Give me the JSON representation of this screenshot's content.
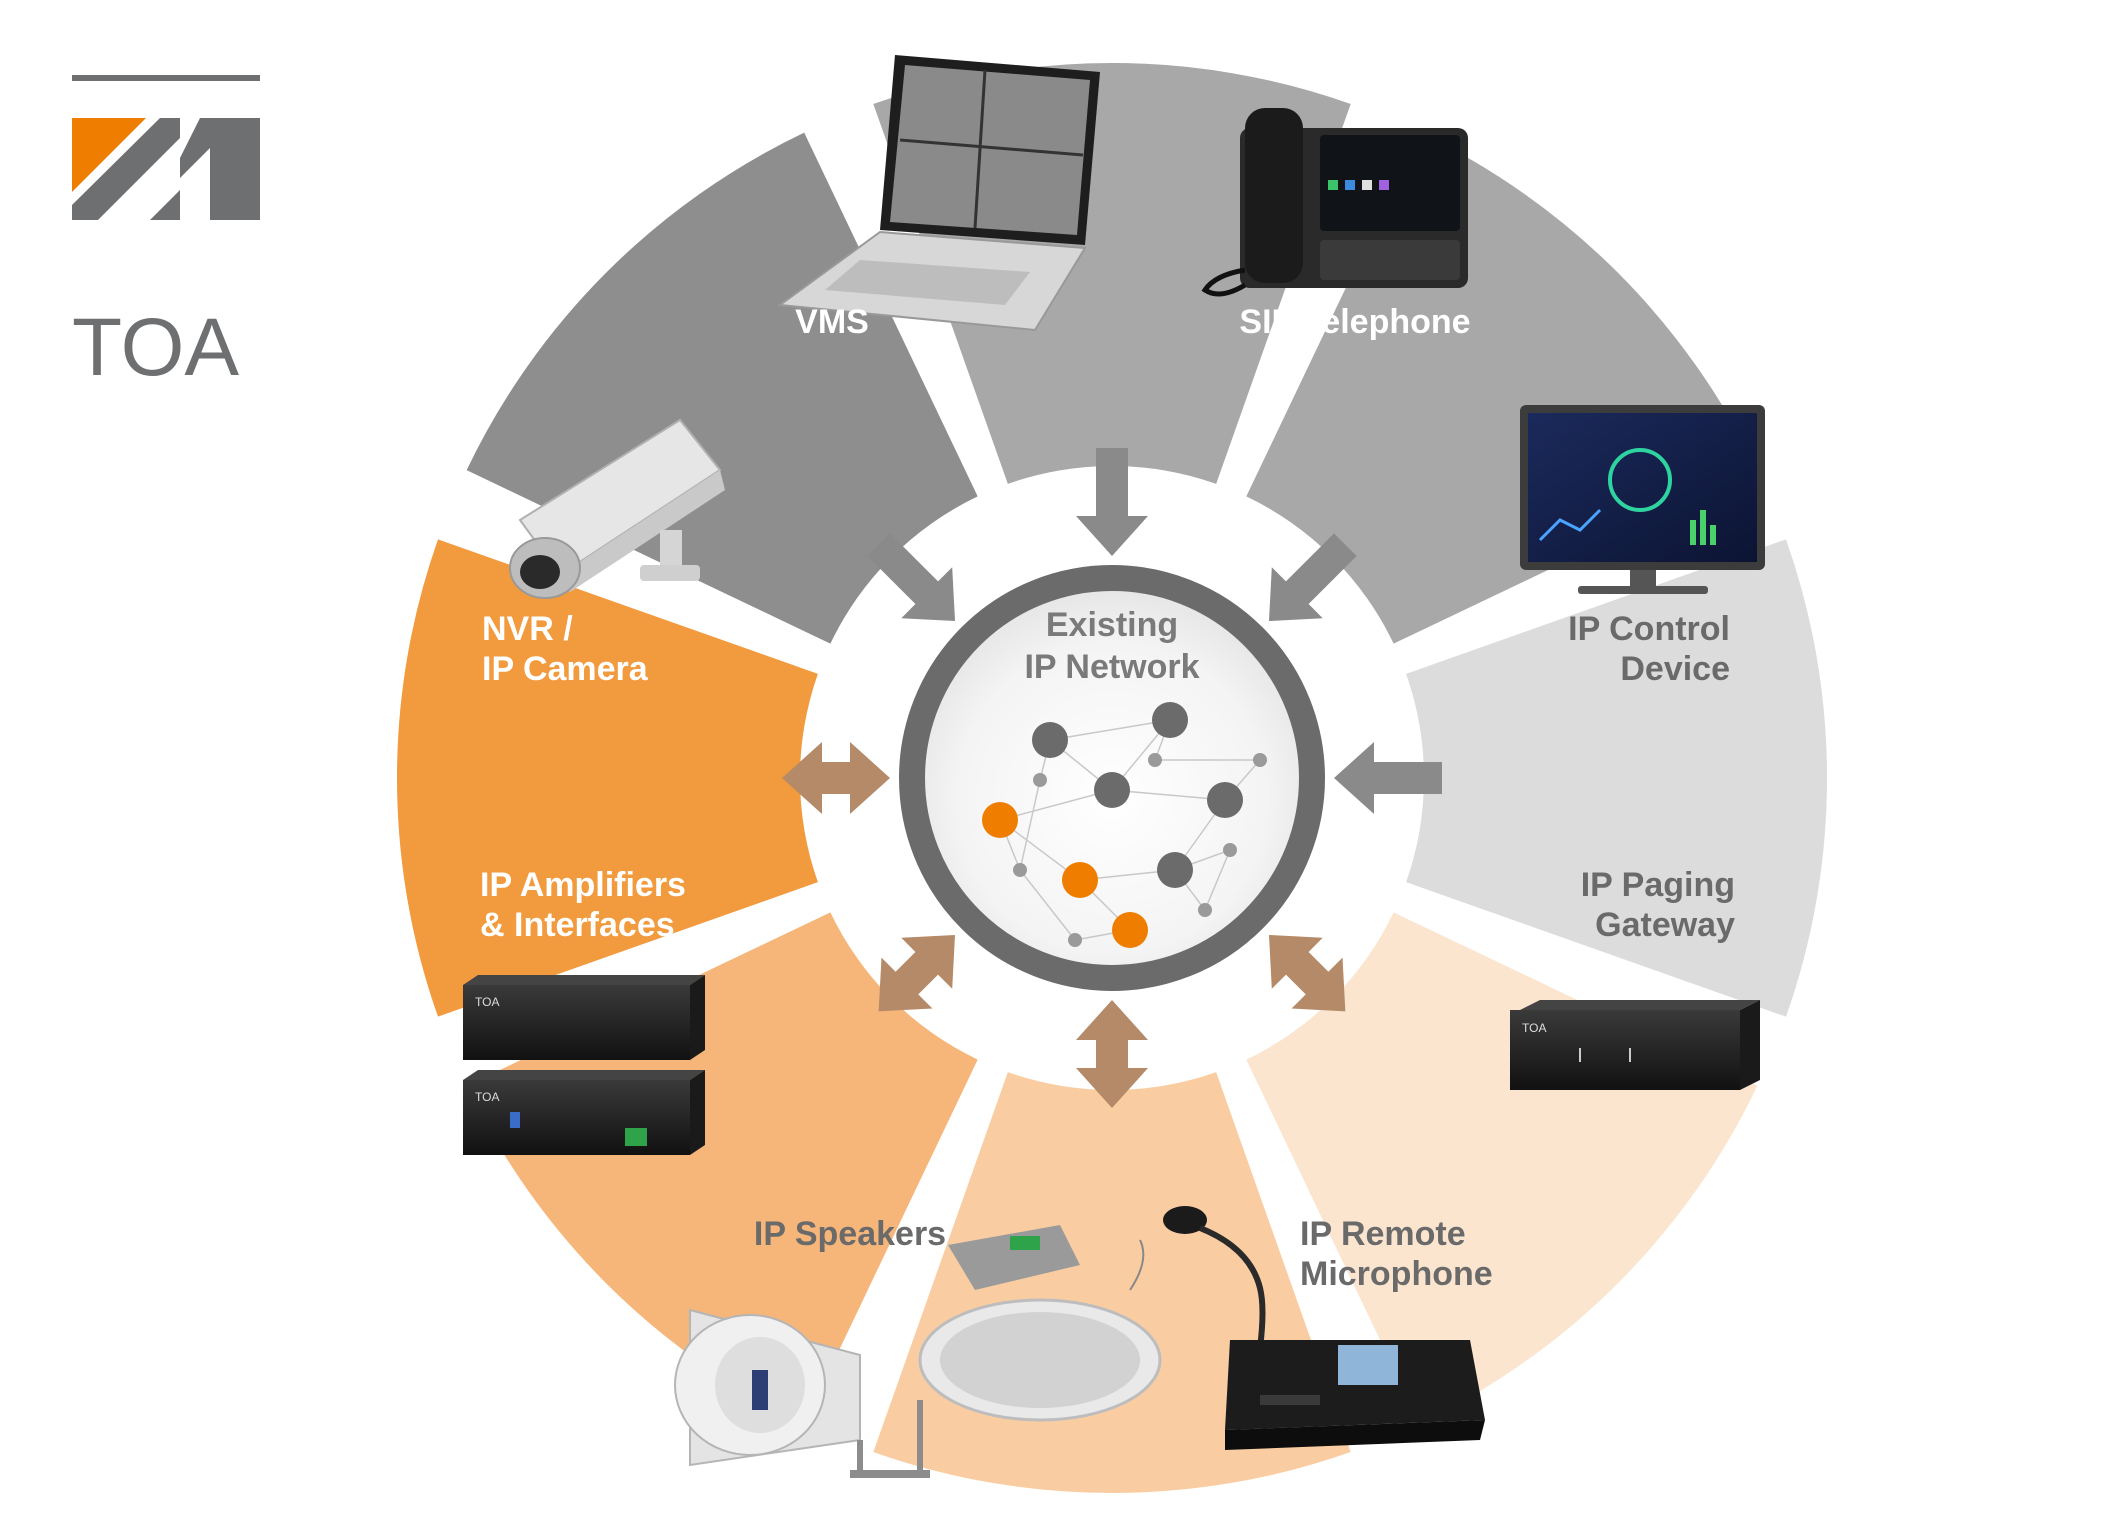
{
  "brand": {
    "name": "TOA",
    "accent": "#ee7d00",
    "gray": "#6e6f71"
  },
  "colors": {
    "dark_gray": "#8e8e8e",
    "mid_gray": "#a8a8a8",
    "light_gray": "#dcdcdc",
    "orange_strong": "#f29a3e",
    "orange_mid": "#f6b67a",
    "orange_light": "#f9cda1",
    "orange_pale": "#fbe5cf",
    "ring": "#6b6b6b",
    "label_white": "#ffffff",
    "label_gray": "#6a6a6a"
  },
  "center": {
    "title_line1": "Existing",
    "title_line2": "IP Network"
  },
  "segments": [
    {
      "id": "vms",
      "label_lines": [
        "VMS"
      ]
    },
    {
      "id": "sip",
      "label_lines": [
        "SIP Telephone"
      ]
    },
    {
      "id": "ipcontrol",
      "label_lines": [
        "IP Control",
        "Device"
      ]
    },
    {
      "id": "paging",
      "label_lines": [
        "IP Paging",
        "Gateway"
      ]
    },
    {
      "id": "remotemic",
      "label_lines": [
        "IP Remote",
        "Microphone"
      ]
    },
    {
      "id": "speakers",
      "label_lines": [
        "IP Speakers"
      ]
    },
    {
      "id": "amps",
      "label_lines": [
        "IP Amplifiers",
        "& Interfaces"
      ]
    },
    {
      "id": "nvr",
      "label_lines": [
        "NVR /",
        "IP Camera"
      ]
    }
  ],
  "icons": [
    "laptop-icon",
    "desk-phone-icon",
    "monitor-icon",
    "gateway-box-icon",
    "microphone-icon",
    "horn-speaker-icon",
    "ceiling-speaker-icon",
    "amplifier-icon",
    "cctv-camera-icon",
    "network-node-icon"
  ]
}
